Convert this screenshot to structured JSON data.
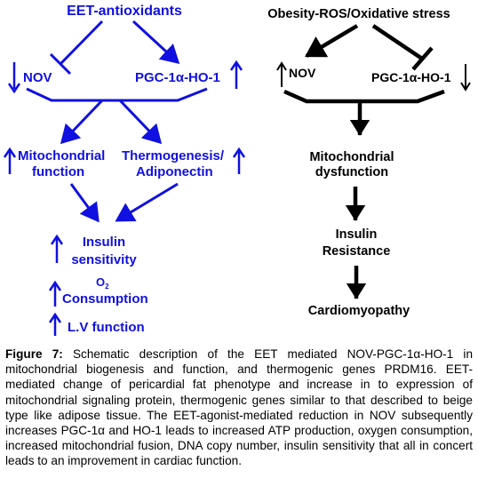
{
  "left": {
    "top_label": "EET-antioxidants",
    "nov": "NOV",
    "pgc": "PGC-1α-HO-1",
    "mito_line1": "Mitochondrial",
    "mito_line2": "function",
    "thermo_line1": "Thermogenesis/",
    "thermo_line2": "Adiponectin",
    "insulin_line1": "Insulin",
    "insulin_line2": "sensitivity",
    "o2_main": "O",
    "o2_sub": "2",
    "consumption": "Consumption",
    "lv": "L.V function"
  },
  "right": {
    "top_label": "Obesity-ROS/Oxidative stress",
    "nov": "NOV",
    "pgc": "PGC-1α-HO-1",
    "mito_line1": "Mitochondrial",
    "mito_line2": "dysfunction",
    "insulin_line1": "Insulin",
    "insulin_line2": "Resistance",
    "cardio": "Cardiomyopathy"
  },
  "caption": {
    "label": "Figure 7:",
    "text": " Schematic description of the EET mediated NOV-PGC-1α-HO-1 in mitochondrial biogenesis and function, and thermogenic genes PRDM16. EET-mediated change of pericardial fat phenotype and increase in to expression of mitochondrial signaling protein, thermogenic genes similar to that described to beige type like adipose tissue. The EET-agonist-mediated reduction in NOV subsequently increases PGC-1α and HO-1 leads to increased ATP production, oxygen consumption, increased mitochondrial fusion, DNA copy number, insulin sensitivity that all in concert leads to an improvement in cardiac function."
  },
  "colors": {
    "left_panel": "#1010e0",
    "right_panel": "#000000"
  }
}
